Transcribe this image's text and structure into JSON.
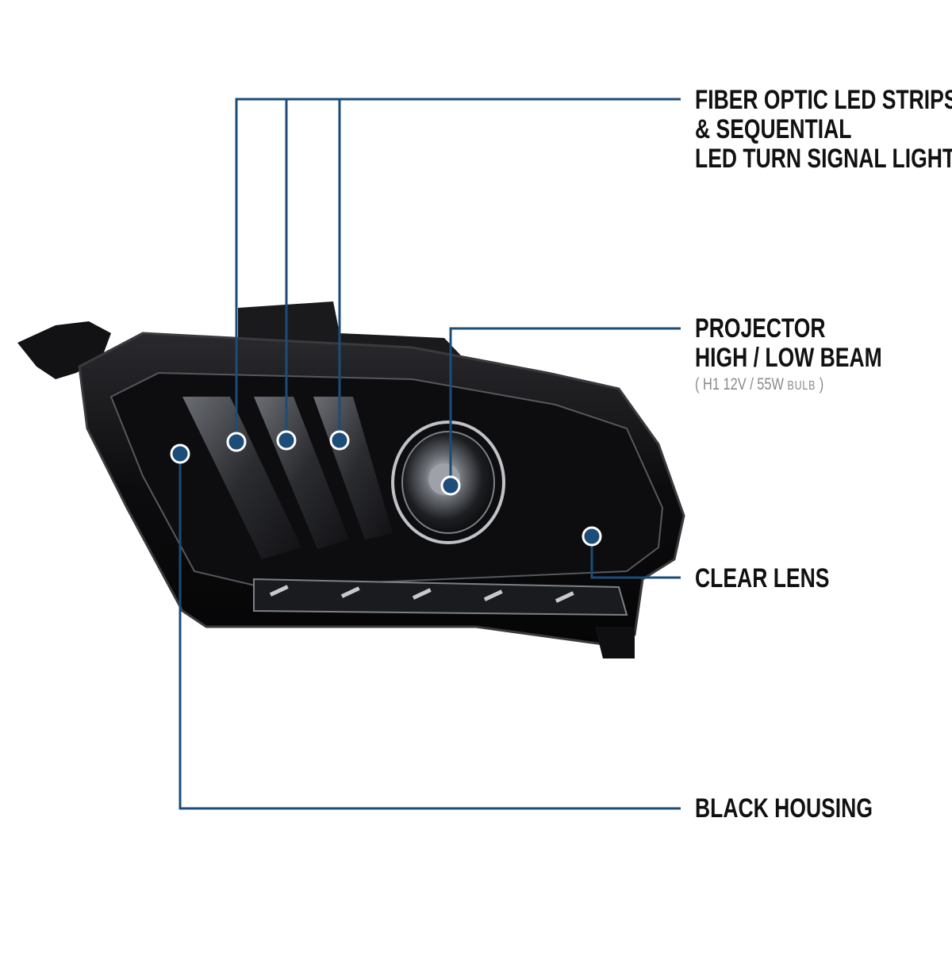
{
  "colors": {
    "background": "#ffffff",
    "leader_line": "#1c4c78",
    "marker_fill": "#1c4c78",
    "marker_ring": "#ffffff",
    "label_text": "#111111",
    "note_text": "#8a8a8a",
    "housing": "#0b0b0c",
    "housing_edge": "#3a3a3e",
    "chrome": "#bfc3c8"
  },
  "callouts": {
    "fiber_optic": {
      "lines": [
        "FIBER OPTIC LED STRIPS",
        "& SEQUENTIAL",
        "LED TURN SIGNAL LIGHT"
      ]
    },
    "projector": {
      "lines": [
        "PROJECTOR",
        "HIGH / LOW BEAM"
      ],
      "note_open": "( H1 12V / 55W",
      "note_small": "BULB",
      "note_close": " )"
    },
    "clear_lens": {
      "lines": [
        "CLEAR LENS"
      ]
    },
    "black_housing": {
      "lines": [
        "BLACK HOUSING"
      ]
    }
  },
  "icons": {
    "marker": "marker-dot-icon",
    "headlight": "headlight-illustration-icon"
  }
}
